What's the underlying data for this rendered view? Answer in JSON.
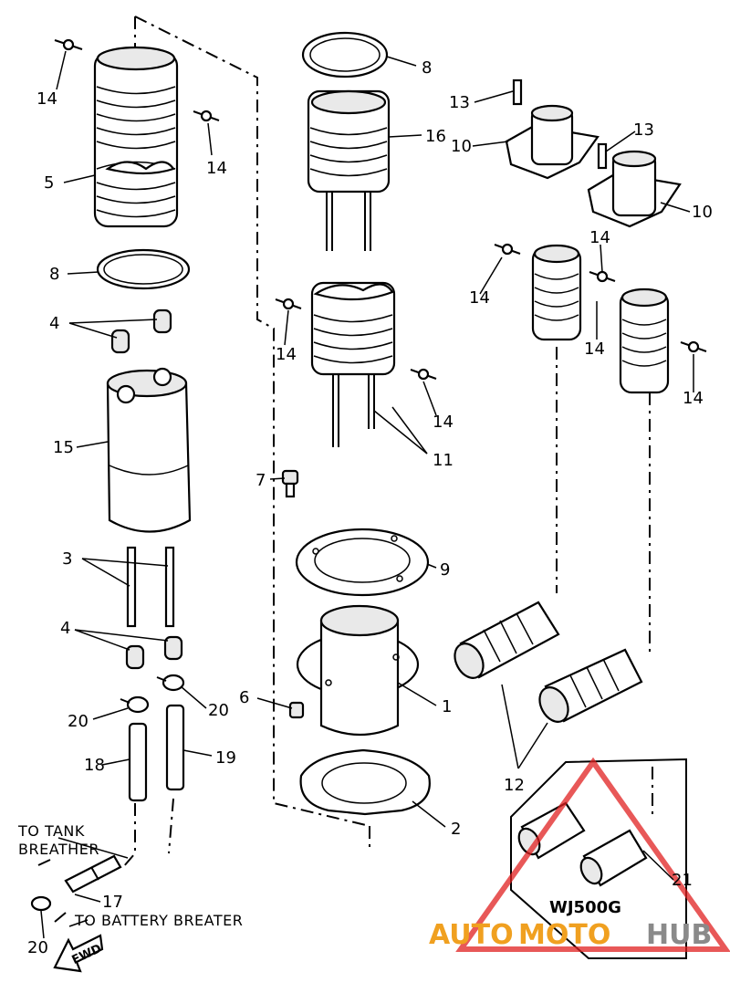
{
  "callouts": {
    "p1": "1",
    "p2": "2",
    "p3": "3",
    "p4a": "4",
    "p4b": "4",
    "p5": "5",
    "p6": "6",
    "p7": "7",
    "p8a": "8",
    "p8b": "8",
    "p9": "9",
    "p10a": "10",
    "p10b": "10",
    "p11": "11",
    "p12": "12",
    "p13a": "13",
    "p13b": "13",
    "p14a": "14",
    "p14b": "14",
    "p14c": "14",
    "p14d": "14",
    "p14e": "14",
    "p14f": "14",
    "p14g": "14",
    "p14h": "14",
    "p15": "15",
    "p16": "16",
    "p17": "17",
    "p18": "18",
    "p19": "19",
    "p20a": "20",
    "p20b": "20",
    "p20c": "20",
    "p21": "21"
  },
  "notes": {
    "to_tank_line1": "TO TANK",
    "to_tank_line2": "BREATHER",
    "to_battery": "TO BATTERY BREATER",
    "fwd": "FWD"
  },
  "inset": {
    "model": "WJ500G"
  },
  "watermark": {
    "auto": "AUTO",
    "moto": "MOTO",
    "hub": "HUB"
  },
  "colors": {
    "line": "#000000",
    "watermark_red": "#e02020",
    "watermark_orange": "#f0a020",
    "watermark_gray": "#8a8a8a"
  }
}
